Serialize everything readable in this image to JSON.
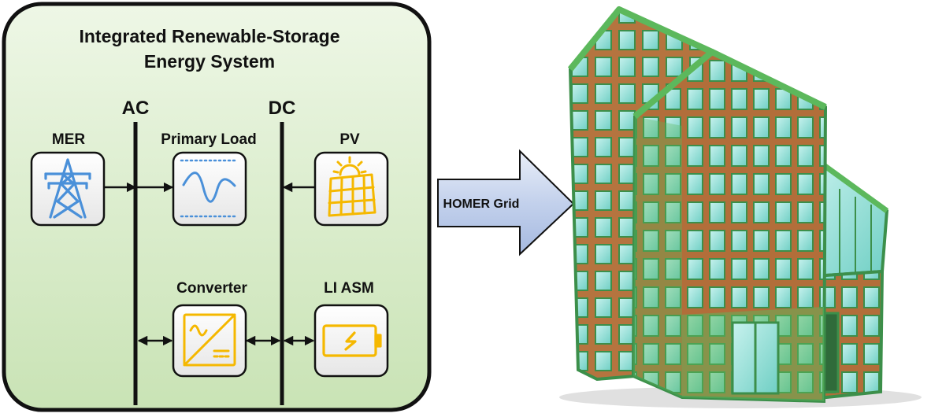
{
  "system_box": {
    "title_line1": "Integrated Renewable-Storage",
    "title_line2": "Energy System"
  },
  "buses": {
    "ac": "AC",
    "dc": "DC"
  },
  "components": {
    "mer": {
      "label": "MER",
      "icon": "transmission-tower-icon",
      "color": "#4a90d9"
    },
    "primary_load": {
      "label": "Primary Load",
      "icon": "load-curve-icon",
      "color": "#4a90d9"
    },
    "pv": {
      "label": "PV",
      "icon": "solar-panel-icon",
      "color": "#f5b800"
    },
    "converter": {
      "label": "Converter",
      "icon": "ac-dc-converter-icon",
      "color": "#f5b800"
    },
    "li_asm": {
      "label": "LI ASM",
      "icon": "battery-icon",
      "color": "#f5b800"
    }
  },
  "process_arrow": {
    "label": "HOMER Grid"
  },
  "building": {
    "icon": "office-building-icon"
  }
}
